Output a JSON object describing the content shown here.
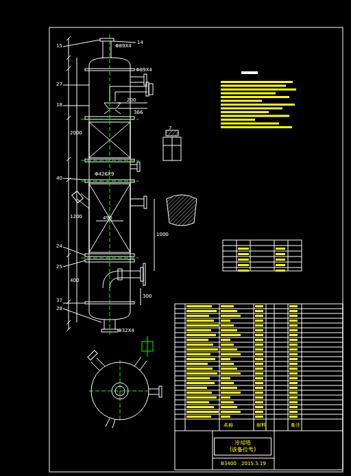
{
  "diagram": {
    "nodes": [
      {
        "text": [
          "冷却塔",
          "(设备位号)"
        ]
      }
    ],
    "labels": [
      "15",
      "14",
      "Φ89X4",
      "Φ89X4",
      "27",
      "18",
      "2000",
      "40",
      "Φ426X9",
      "1200",
      "490",
      "1000",
      "24",
      "25",
      "400",
      "37",
      "28",
      "300",
      "200",
      "366",
      "7",
      "Φ32X4",
      "名称",
      "材料",
      "备注",
      "B3400",
      "2015.3.19"
    ]
  }
}
